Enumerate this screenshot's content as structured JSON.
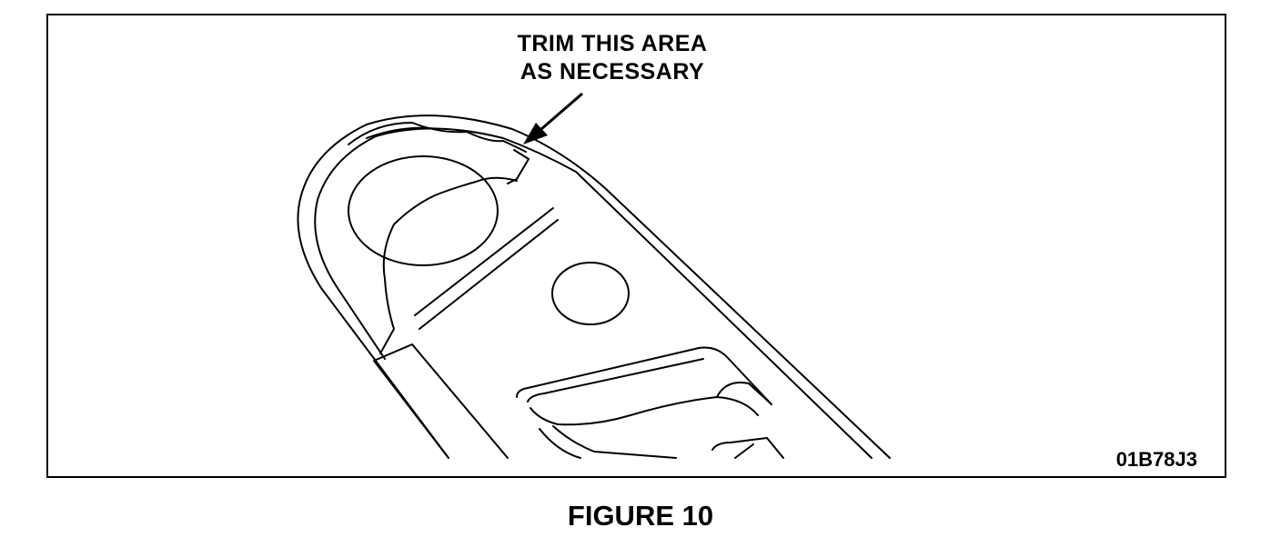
{
  "callout": {
    "line1": "TRIM THIS AREA",
    "line2": "AS NECESSARY"
  },
  "drawing_code": "01B78J3",
  "caption": "FIGURE 10"
}
